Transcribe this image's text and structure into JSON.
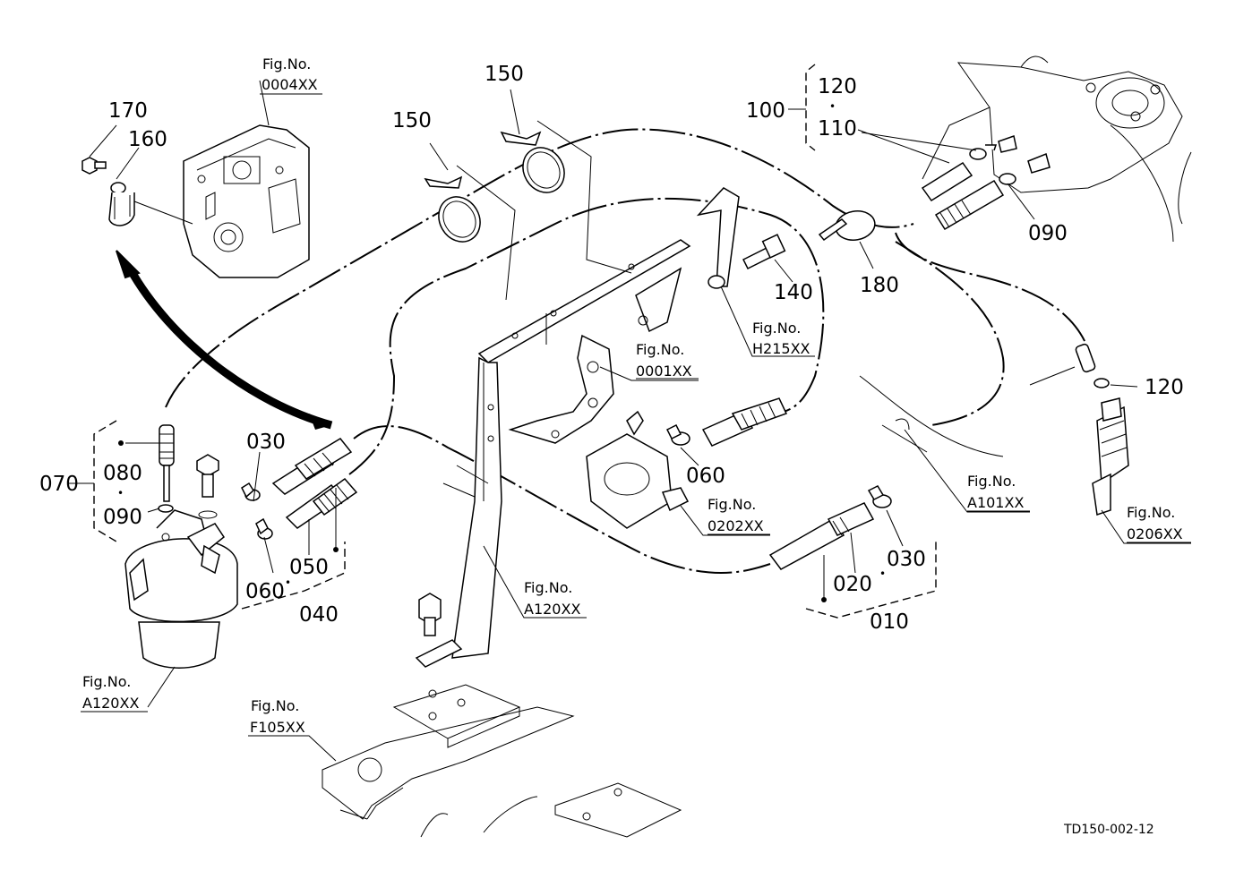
{
  "diagram": {
    "drawing_code": "TD150-002-12",
    "part_labels": {
      "p170": "170",
      "p160": "160",
      "p150a": "150",
      "p150b": "150",
      "p100": "100",
      "p120a": "120",
      "p110": "110",
      "p090a": "090",
      "p180": "180",
      "p140": "140",
      "p120b": "120",
      "p070": "070",
      "p080": "080",
      "p090b": "090",
      "p030a": "030",
      "p050": "050",
      "p060a": "060",
      "p040": "040",
      "p060b": "060",
      "p020": "020",
      "p030b": "030",
      "p010": "010"
    },
    "fig_refs": {
      "f0004": {
        "prefix": "Fig.No.",
        "code": "0004XX"
      },
      "fH215": {
        "prefix": "Fig.No.",
        "code": "H215XX"
      },
      "f0001": {
        "prefix": "Fig.No.",
        "code": "0001XX"
      },
      "f0202": {
        "prefix": "Fig.No.",
        "code": "0202XX"
      },
      "fA101": {
        "prefix": "Fig.No.",
        "code": "A101XX"
      },
      "f0206": {
        "prefix": "Fig.No.",
        "code": "0206XX"
      },
      "fA120a": {
        "prefix": "Fig.No.",
        "code": "A120XX"
      },
      "fA120b": {
        "prefix": "Fig.No.",
        "code": "A120XX"
      },
      "fF105": {
        "prefix": "Fig.No.",
        "code": "F105XX"
      }
    },
    "separator_dot": "•"
  }
}
